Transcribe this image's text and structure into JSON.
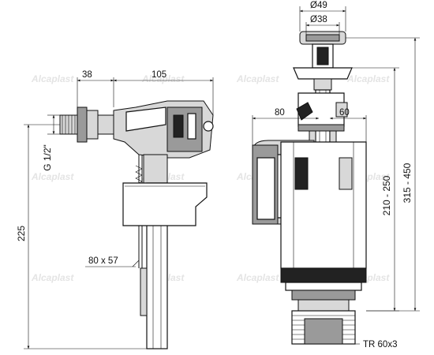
{
  "watermark": {
    "text": "Alcaplast"
  },
  "left_valve": {
    "dims": {
      "d38": "38",
      "d105": "105",
      "d225": "225",
      "thread": "G 1/2\"",
      "float": "80 x 57"
    }
  },
  "right_valve": {
    "dims": {
      "d49": "Ø49",
      "d38": "Ø38",
      "d80": "80",
      "d60": "60",
      "range1": "210 - 250",
      "range2": "315 - 450",
      "thread": "TR 60x3"
    }
  },
  "colors": {
    "line": "#111111",
    "dark": "#222222",
    "mid": "#9a9a9a",
    "light": "#d8d8d8",
    "watermark": "#e4e4e4"
  }
}
